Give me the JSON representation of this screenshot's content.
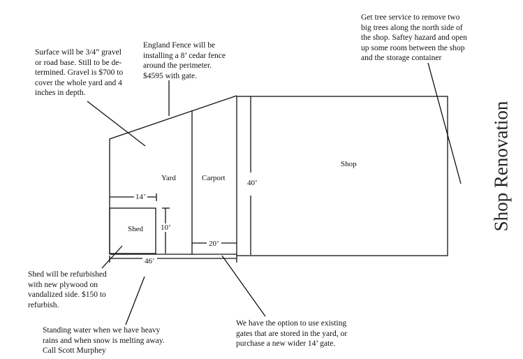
{
  "title": "Shop Renovation",
  "areas": {
    "yard": "Yard",
    "carport": "Carport",
    "shop": "Shop",
    "shed": "Shed"
  },
  "dimensions": {
    "shed_width": "14’",
    "shed_height": "10’",
    "yard_width": "46’",
    "carport_width": "20’",
    "depth": "40’"
  },
  "notes": {
    "surface": "Surface will be 3/4” gravel\nor road base. Still to be de-\ntermined. Gravel is $700 to\ncover the whole yard and 4\ninches in depth.",
    "fence": "England Fence will be\ninstalling a 8’ cedar fence\naround the perimeter.\n$4595 with gate.",
    "trees": "Get tree service to remove two\nbig trees along the north side of\nthe shop. Saftey hazard and open\nup some room between the shop\nand the storage container",
    "shed": "Shed will be refurbished\nwith new plywood on\nvandalized side. $150 to\nrefurbish.",
    "water": "Standing water when we have heavy\nrains and when snow is melting away.\nCall Scott Murphey",
    "gates": "We have the option to use existing\ngates that are stored in the yard, or\npurchase a new wider 14’ gate."
  }
}
